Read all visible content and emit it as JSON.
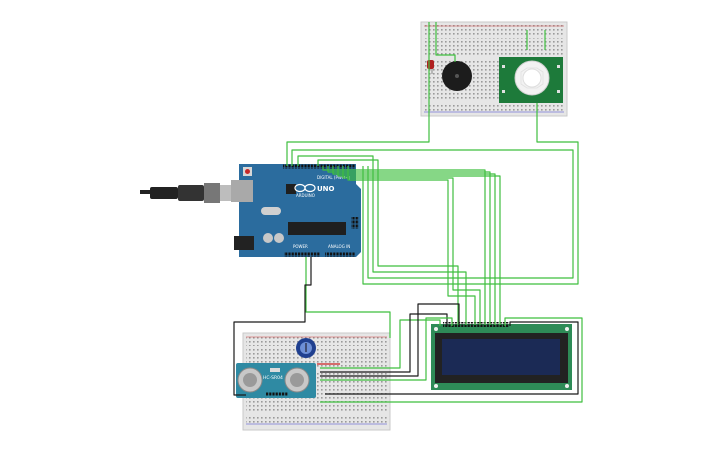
{
  "circuit": {
    "arduino": {
      "board_name": "UNO",
      "brand_mark": "ARDUINO",
      "digital_header": "DIGITAL (PWM~)",
      "power_header": "POWER",
      "analog_header": "ANALOG IN",
      "pcb_color": "#2b6c9e"
    },
    "ultrasonic": {
      "label": "HC-SR04",
      "pcb_color": "#2f8aa3"
    },
    "pir": {
      "pcb_color": "#1d7a3a"
    },
    "lcd": {
      "pcb_color": "#2e8b57",
      "screen_color": "#1b2a55"
    },
    "wire_colors": {
      "green": "#3fbf3f",
      "black": "#1a1a1a",
      "red": "#cc2222"
    }
  }
}
